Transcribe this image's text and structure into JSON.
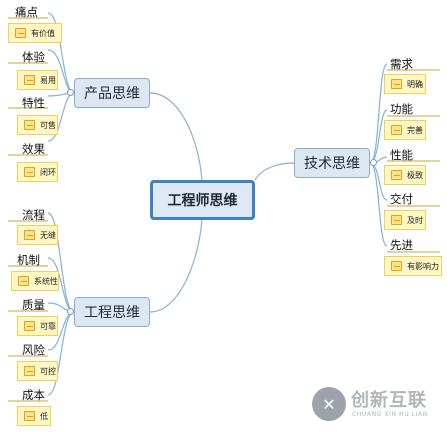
{
  "root": {
    "label": "工程师思维"
  },
  "branches": {
    "product": {
      "label": "产品思维",
      "children": [
        {
          "label": "痛点",
          "note": "有价值"
        },
        {
          "label": "体验",
          "note": "易用"
        },
        {
          "label": "特性",
          "note": "可售"
        },
        {
          "label": "效果",
          "note": "闭环"
        }
      ]
    },
    "engineering": {
      "label": "工程思维",
      "children": [
        {
          "label": "流程",
          "note": "无缝"
        },
        {
          "label": "机制",
          "note": "系统性"
        },
        {
          "label": "质量",
          "note": "可靠"
        },
        {
          "label": "风险",
          "note": "可控"
        },
        {
          "label": "成本",
          "note": "低"
        }
      ]
    },
    "tech": {
      "label": "技术思维",
      "children": [
        {
          "label": "需求",
          "note": "明确"
        },
        {
          "label": "功能",
          "note": "完善"
        },
        {
          "label": "性能",
          "note": "极致"
        },
        {
          "label": "交付",
          "note": "及时"
        },
        {
          "label": "先进",
          "note": "有影响力"
        }
      ]
    }
  },
  "watermark": {
    "name": "创新互联",
    "sub": "CHUANG XIN HU LIAN"
  },
  "colors": {
    "edge": "#86b2d8",
    "root_border": "#3c82c4",
    "note_bg": "#fff7c4"
  }
}
